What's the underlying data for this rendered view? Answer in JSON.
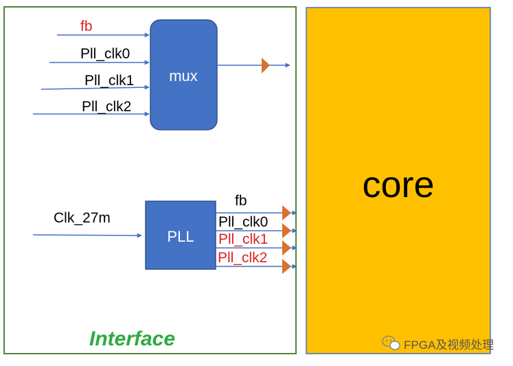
{
  "interface": {
    "title": "Interface",
    "mux": {
      "label": "mux",
      "inputs": [
        "fb",
        "Pll_clk0",
        "Pll_clk1",
        "Pll_clk2"
      ]
    },
    "pll": {
      "label": "PLL",
      "input": "Clk_27m",
      "outputs": [
        "fb",
        "Pll_clk0",
        "Pll_clk1",
        "Pll_clk2"
      ]
    }
  },
  "core": {
    "label": "core"
  },
  "watermark": {
    "text": "FPGA及视频处理",
    "icon": "wechat-icon"
  },
  "colors": {
    "interface_border": "#548235",
    "interface_title": "#2EAA3F",
    "block_fill": "#4472C4",
    "block_border": "#2F528F",
    "core_fill": "#FFC000",
    "core_border": "#4472C4",
    "arrow": "#4472C4",
    "port": "#D9712F",
    "label_red": "#E02020",
    "label_black": "#000000"
  }
}
